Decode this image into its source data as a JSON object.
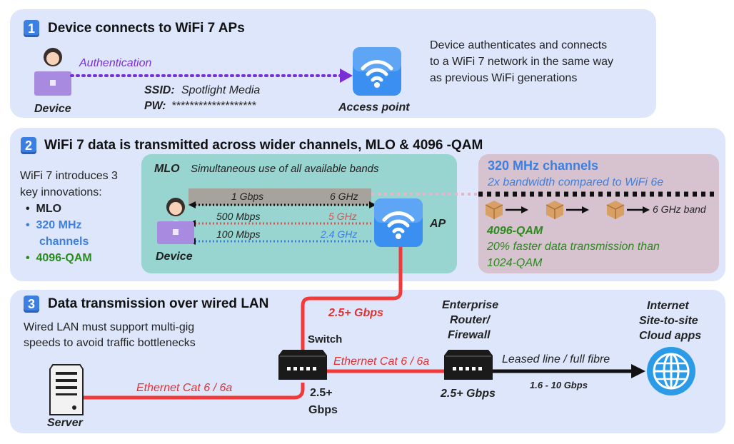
{
  "colors": {
    "panel": "#dde6fb",
    "mlo_box": "#98d4d0",
    "channels_box": "#d6c3cf",
    "accent_blue": "#3d7fe0",
    "accent_green": "#2a8a1c",
    "cable_red": "#f23a3a",
    "purple": "#8a3de0"
  },
  "section1": {
    "number": "1",
    "title": "Device connects to WiFi 7 APs",
    "auth_label": "Authentication",
    "device_label": "Device",
    "ssid_key": "SSID:",
    "ssid_value": "Spotlight Media",
    "pw_key": "PW:",
    "pw_value": "*******************",
    "ap_label": "Access point",
    "desc_line1": "Device authenticates and connects",
    "desc_line2": "to a WiFi 7 network in the same way",
    "desc_line3": "as previous WiFi generations"
  },
  "section2": {
    "number": "2",
    "title": "WiFi 7 data is transmitted across wider channels, MLO & 4096 -QAM",
    "intro_line1": "WiFi 7 introduces 3",
    "intro_line2": "key innovations:",
    "bullet1": "MLO",
    "bullet2_line1": "320 MHz",
    "bullet2_line2": "channels",
    "bullet3": "4096-QAM",
    "mlo_title": "MLO",
    "mlo_subtitle": "Simultaneous use of all available bands",
    "links": [
      {
        "rate": "1 Gbps",
        "band": "6 GHz",
        "color": "#111111"
      },
      {
        "rate": "500 Mbps",
        "band": "5 GHz",
        "color": "#e05050"
      },
      {
        "rate": "100 Mbps",
        "band": "2.4 GHz",
        "color": "#3d7fe0"
      }
    ],
    "device_label": "Device",
    "ap_label": "AP",
    "channels_title": "320 MHz channels",
    "channels_sub": "2x bandwidth compared to WiFi 6e",
    "band_label": "6 GHz band",
    "qam_title": "4096-QAM",
    "qam_line1": "20% faster data transmission than",
    "qam_line2": "1024-QAM"
  },
  "section3": {
    "number": "3",
    "title": "Data transmission over wired LAN",
    "desc_line1": "Wired LAN must support multi-gig",
    "desc_line2": "speeds to avoid traffic bottlenecks",
    "ap_switch_speed": "2.5+ Gbps",
    "switch_label": "Switch",
    "server_label": "Server",
    "cable1": "Ethernet Cat 6 / 6a",
    "cable2": "Ethernet Cat 6 / 6a",
    "switch_speed_line1": "2.5+",
    "switch_speed_line2": "Gbps",
    "router_line1": "Enterprise",
    "router_line2": "Router/",
    "router_line3": "Firewall",
    "router_speed": "2.5+ Gbps",
    "leased_line": "Leased line / full fibre",
    "leased_speed": "1.6 - 10 Gbps",
    "internet_line1": "Internet",
    "internet_line2": "Site-to-site",
    "internet_line3": "Cloud apps"
  }
}
